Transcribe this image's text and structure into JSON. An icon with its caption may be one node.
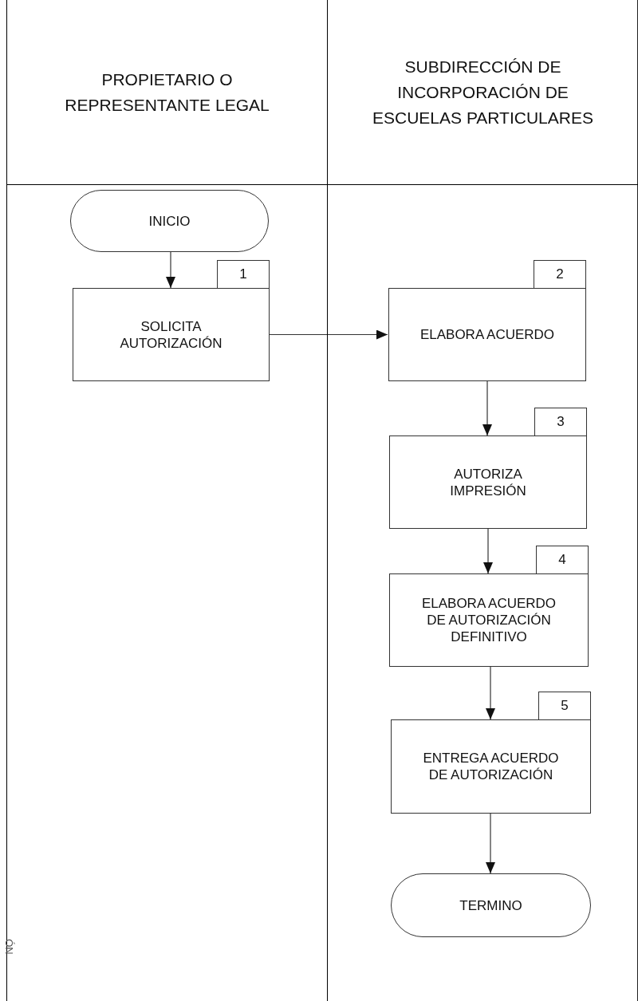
{
  "diagram": {
    "nodes": [
      {
        "text": [
          "PROPIETARIO O REPRESENTANTE LEGAL"
        ]
      },
      {
        "text": [
          "SUBDIRECCIÓN DE INCORPORACIÓN DE ESCUELAS PARTICULARES"
        ]
      },
      {
        "text": [
          "INICIO"
        ],
        "in": 0
      },
      {
        "text": [
          "SOLICITA AUTORIZACIÓN"
        ],
        "in": 0,
        "beside": [
          "1"
        ]
      },
      {
        "text": [
          "ELABORA ACUERDO"
        ],
        "in": 1,
        "beside": [
          "2"
        ]
      },
      {
        "text": [
          "AUTORIZA IMPRESIÓN"
        ],
        "in": 1,
        "beside": [
          "3"
        ]
      },
      {
        "text": [
          "ELABORA ACUERDO DE AUTORIZACIÓN DEFINITIVO"
        ],
        "in": 1,
        "beside": [
          "4"
        ]
      },
      {
        "text": [
          "ENTREGA ACUERDO DE AUTORIZACIÓN"
        ],
        "in": 1,
        "beside": [
          "5"
        ]
      },
      {
        "text": [
          "TERMINO"
        ],
        "in": 1
      }
    ],
    "edges": [
      {
        "from": 2,
        "to": 3,
        "arrow": "to"
      },
      {
        "from": 3,
        "to": 4,
        "arrow": "to"
      },
      {
        "from": 4,
        "to": 5,
        "arrow": "to"
      },
      {
        "from": 5,
        "to": 6,
        "arrow": "to"
      },
      {
        "from": 6,
        "to": 7,
        "arrow": "to"
      },
      {
        "from": 7,
        "to": 8,
        "arrow": "to"
      }
    ],
    "labels": [
      "ÓN"
    ]
  }
}
